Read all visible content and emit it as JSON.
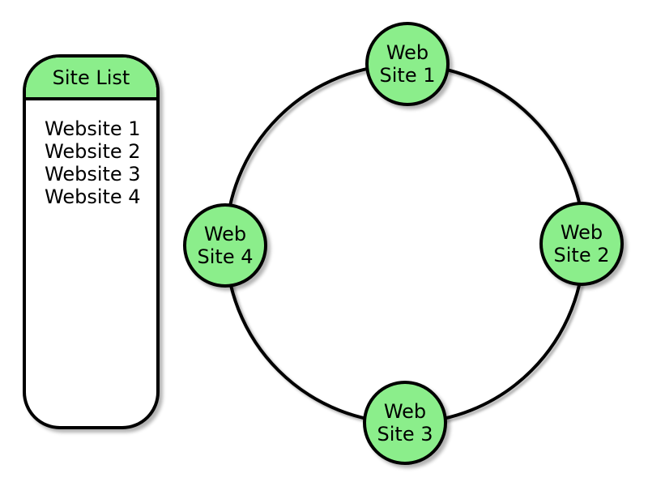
{
  "site_list_card": {
    "title": "Site List",
    "items": [
      "Website 1",
      "Website 2",
      "Website 3",
      "Website 4"
    ]
  },
  "ring_nodes": [
    {
      "line1": "Web",
      "line2": "Site 1",
      "position": "top"
    },
    {
      "line1": "Web",
      "line2": "Site 2",
      "position": "right"
    },
    {
      "line1": "Web",
      "line2": "Site 3",
      "position": "bottom"
    },
    {
      "line1": "Web",
      "line2": "Site 4",
      "position": "left"
    }
  ],
  "colors": {
    "node_fill": "#8BEE8B",
    "border": "#000000",
    "background": "#FFFFFF"
  }
}
